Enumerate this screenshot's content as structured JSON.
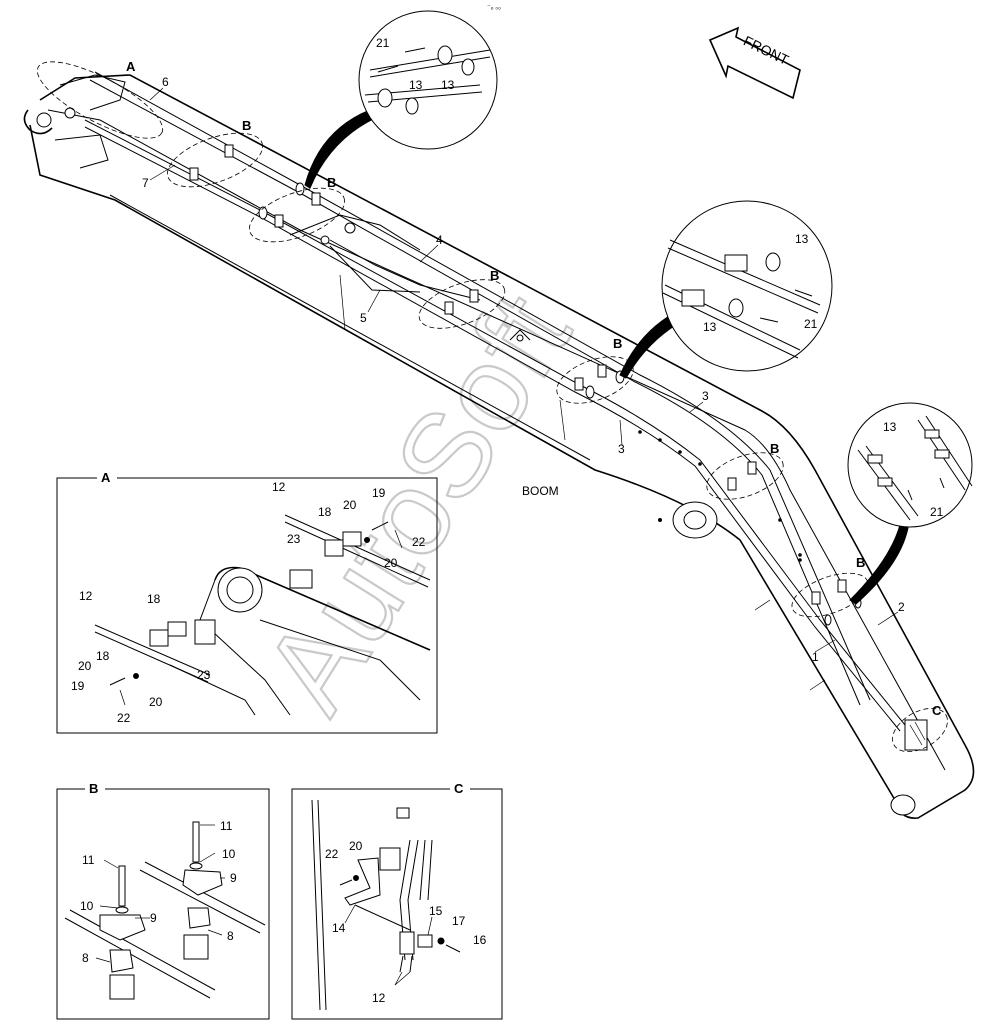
{
  "watermark": "AutoSoft",
  "front_label": "FRONT",
  "boom_label": "BOOM",
  "top_mark": "⁻ₒ ₀₀",
  "main_callouts": {
    "a": "A",
    "b1": "B",
    "b2": "B",
    "b3": "B",
    "b4": "B",
    "b5": "B",
    "b6": "B",
    "c": "C",
    "n1": "1",
    "n2": "2",
    "n3a": "3",
    "n3b": "3",
    "n4": "4",
    "n5": "5",
    "n6": "6",
    "n7": "7"
  },
  "bubble1": {
    "l21": "21",
    "l13a": "13",
    "l13b": "13"
  },
  "bubble2": {
    "l13a": "13",
    "l13b": "13",
    "l21": "21"
  },
  "bubble3": {
    "l13": "13",
    "l21": "21"
  },
  "detail_a": {
    "title": "A",
    "labels": {
      "l12a": "12",
      "l18a": "18",
      "l20a": "20",
      "l19a": "19",
      "l23a": "23",
      "l22a": "22",
      "l20b": "20",
      "l12b": "12",
      "l18b": "18",
      "l18c": "18",
      "l20c": "20",
      "l19b": "19",
      "l20d": "20",
      "l22b": "22",
      "l23b": "23"
    }
  },
  "detail_b": {
    "title": "B",
    "labels": {
      "l11a": "11",
      "l10a": "10",
      "l9a": "9",
      "l8a": "8",
      "l11b": "11",
      "l10b": "10",
      "l9b": "9",
      "l8b": "8"
    }
  },
  "detail_c": {
    "title": "C",
    "labels": {
      "l22": "22",
      "l20": "20",
      "l14": "14",
      "l15": "15",
      "l17": "17",
      "l16": "16",
      "l12": "12"
    }
  }
}
